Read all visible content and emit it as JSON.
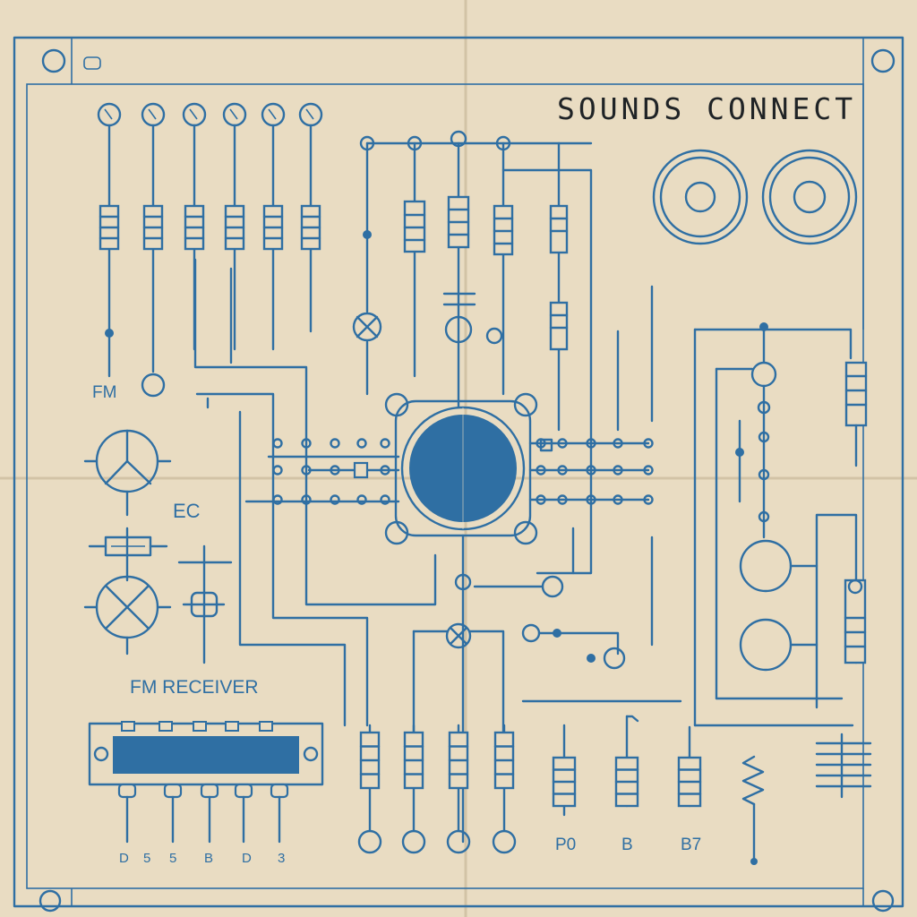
{
  "title": "SOUNDS CONNECT",
  "labels": {
    "fm": "FM",
    "ec": "EC",
    "fm_receiver": "FM RECEIVER"
  },
  "ic_pin_labels": [
    "D",
    "5",
    "5",
    "B",
    "D",
    "3"
  ],
  "bottom_right_labels": [
    "P0",
    "B",
    "B7"
  ],
  "colors": {
    "paper": "#e9dcc2",
    "ink": "#2f6fa3",
    "title": "#1f2326"
  }
}
